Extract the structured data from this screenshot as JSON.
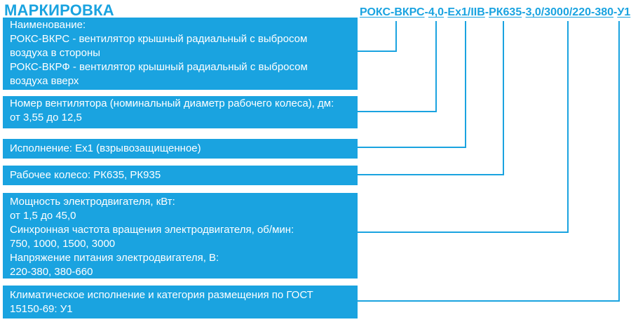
{
  "title": "МАРКИРОВКА",
  "code": {
    "seg1": "РОКС-ВКРС",
    "d1": "-",
    "seg2": "4,0",
    "d2": "-",
    "seg3": "Ex1/IIB",
    "d3": "-",
    "seg4": "РК635",
    "d4": "-",
    "seg5": "3,0/3000/220-380",
    "d5": "-",
    "seg6": "У1"
  },
  "boxes": {
    "name": {
      "lines": [
        "Наименование:",
        "РОКС-ВКРС - вентилятор крышный радиальный с выбросом",
        "воздуха в стороны",
        "РОКС-ВКРФ - вентилятор крышный радиальный с выбросом",
        "воздуха вверх"
      ]
    },
    "number": {
      "lines": [
        "Номер вентилятора (номинальный диаметр рабочего колеса), дм:",
        "от 3,55 до 12,5"
      ]
    },
    "execution": {
      "lines": [
        "Исполнение: Ex1 (взрывозащищенное)"
      ]
    },
    "impeller": {
      "lines": [
        "Рабочее колесо: РК635, РК935"
      ]
    },
    "motor": {
      "lines": [
        "Мощность электродвигателя, кВт:",
        "от 1,5 до 45,0",
        "Синхронная частота вращения электродвигателя, об/мин:",
        "750, 1000, 1500, 3000",
        "Напряжение питания электродвигателя, В:",
        "220-380, 380-660"
      ]
    },
    "climate": {
      "lines": [
        "Климатическое исполнение и категория размещения по ГОСТ",
        "15150-69: У1"
      ]
    }
  },
  "colors": {
    "accent": "#1aa3e0",
    "box_text": "#ffffff",
    "background": "#ffffff"
  }
}
